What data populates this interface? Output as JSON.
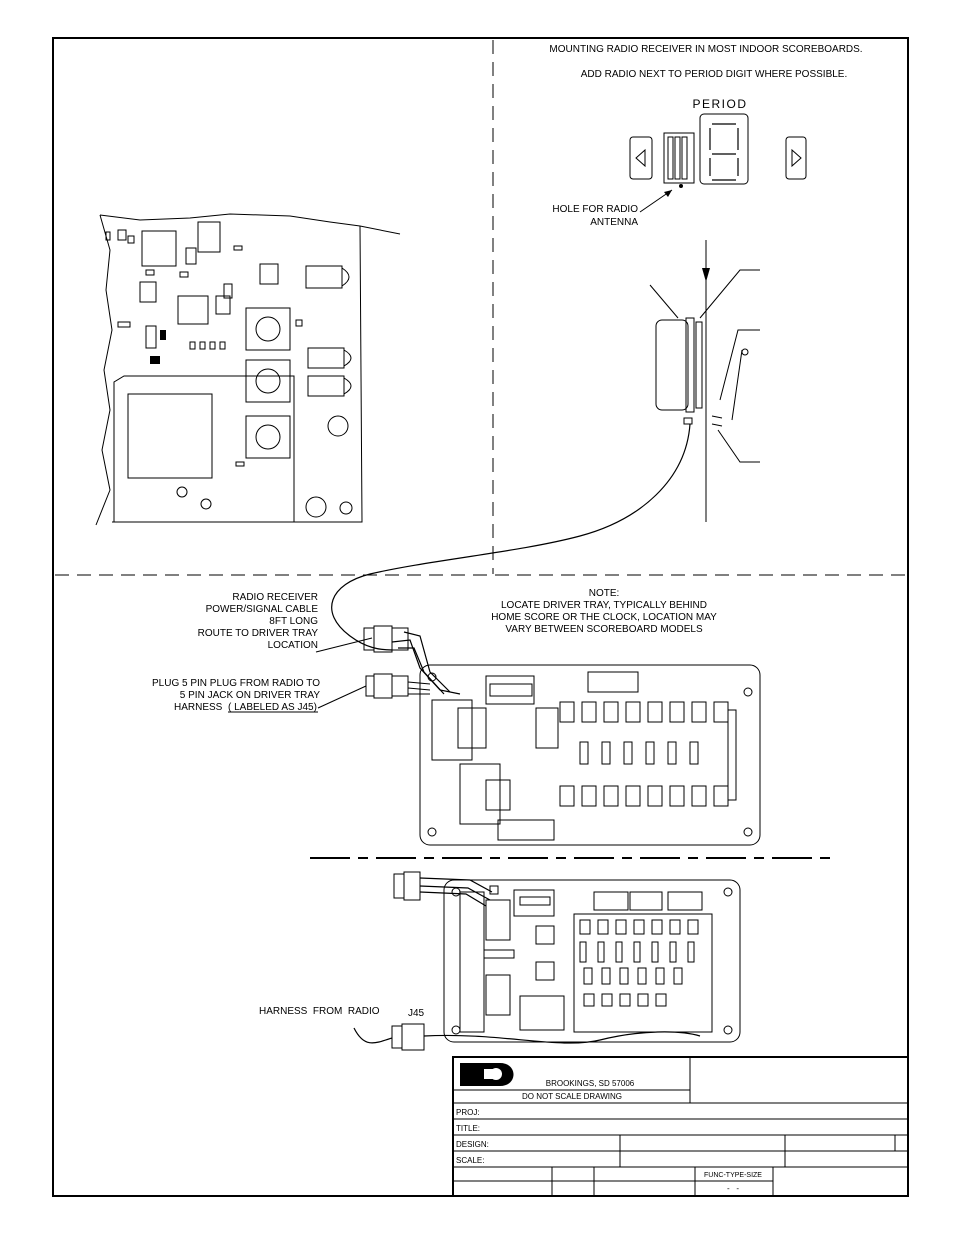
{
  "mounting_note": {
    "line1": "MOUNTING RADIO RECEIVER IN MOST INDOOR SCOREBOARDS.",
    "line2": "ADD RADIO NEXT TO PERIOD DIGIT WHERE POSSIBLE."
  },
  "period_label": "PERIOD",
  "hole_label": {
    "line1": "HOLE FOR RADIO",
    "line2": "ANTENNA"
  },
  "cable_label": {
    "line1": "RADIO RECEIVER",
    "line2": "POWER/SIGNAL CABLE",
    "line3": "8FT LONG",
    "line4": "ROUTE TO DRIVER TRAY",
    "line5": "LOCATION"
  },
  "driver_note": {
    "line1": "NOTE:",
    "line2": "LOCATE DRIVER TRAY, TYPICALLY BEHIND",
    "line3": "HOME SCORE OR THE CLOCK, LOCATION MAY",
    "line4": "VARY BETWEEN SCOREBOARD MODELS"
  },
  "plug_label": {
    "line1": "PLUG 5 PIN PLUG FROM RADIO TO",
    "line2": "5 PIN JACK ON DRIVER TRAY",
    "line3": "HARNESS",
    "line3b": "( LABELED AS J45)"
  },
  "harness_label": "HARNESS  FROM  RADIO",
  "j45_label": "J45",
  "title_block": {
    "location": "BROOKINGS, SD  57006",
    "no_scale": "DO NOT SCALE DRAWING",
    "proj": "PROJ:",
    "title": "TITLE:",
    "design": "DESIGN:",
    "scale": "SCALE:",
    "func_type_size": "FUNC-TYPE-SIZE",
    "code": "-   -"
  }
}
